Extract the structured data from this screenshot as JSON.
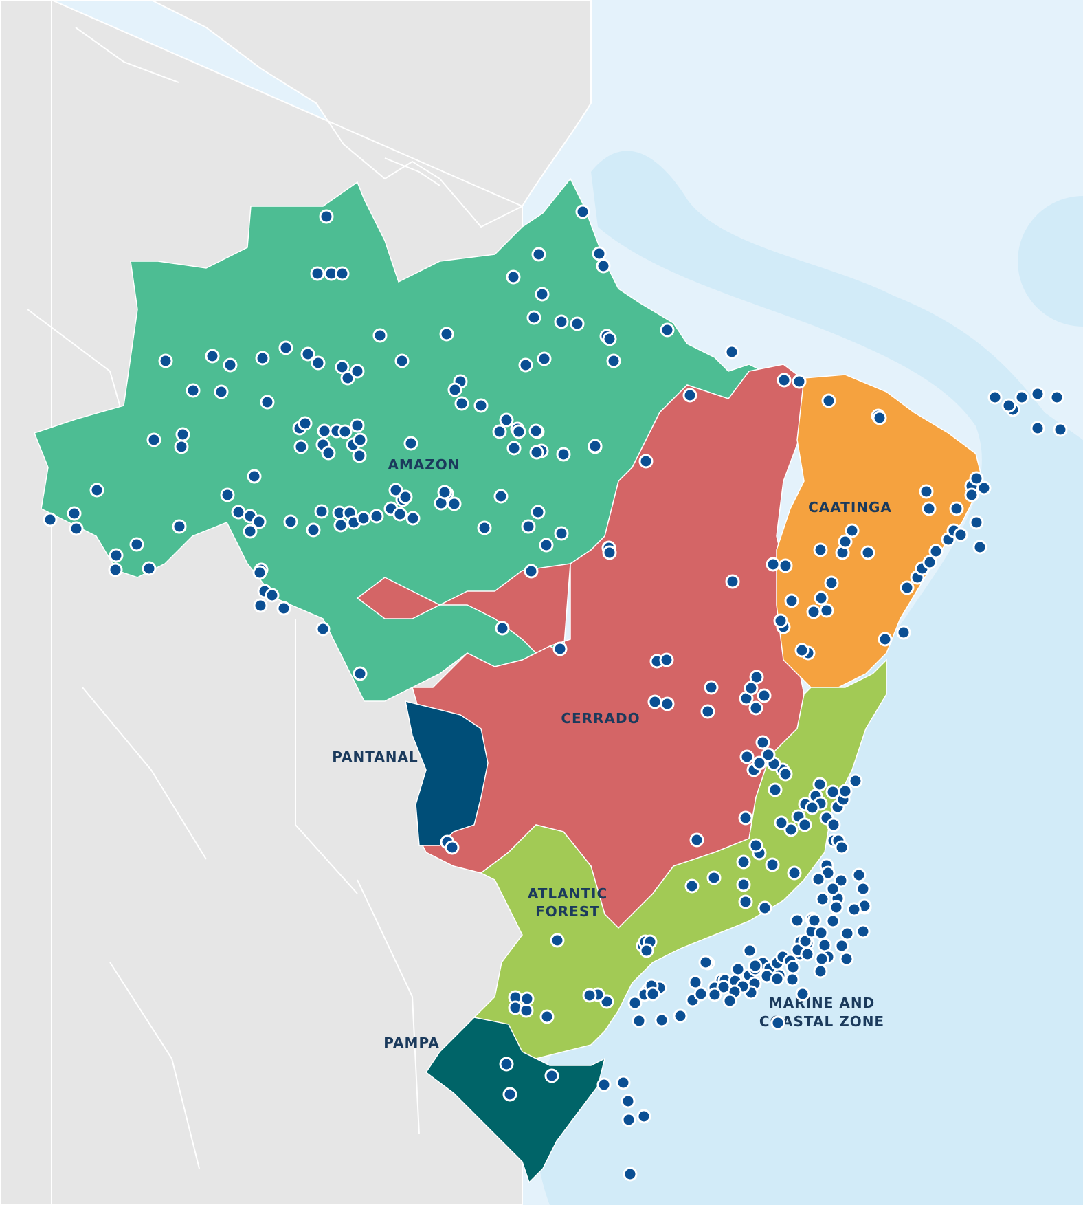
{
  "map": {
    "colors": {
      "ocean": "#e4f2fb",
      "shelf": "#d2ebf8",
      "land": "#e6e6e6",
      "amazon": "#4dbd93",
      "cerrado": "#d46566",
      "caatinga": "#f5a23f",
      "atlantic_forest": "#a2ca55",
      "pantanal": "#004e78",
      "pampa": "#006468",
      "site_marker": "#0b4f93",
      "label": "#1b3a5c"
    },
    "biomes": {
      "amazon": "AMAZON",
      "caatinga": "CAATINGA",
      "cerrado": "CERRADO",
      "pantanal": "PANTANAL",
      "atlantic_forest_line1": "ATLANTIC",
      "atlantic_forest_line2": "FOREST",
      "pampa": "PAMPA",
      "marine_line1": "MARINE AND",
      "marine_line2": "COASTAL ZONE"
    },
    "marker_icon": "filled-circle-site-marker"
  }
}
